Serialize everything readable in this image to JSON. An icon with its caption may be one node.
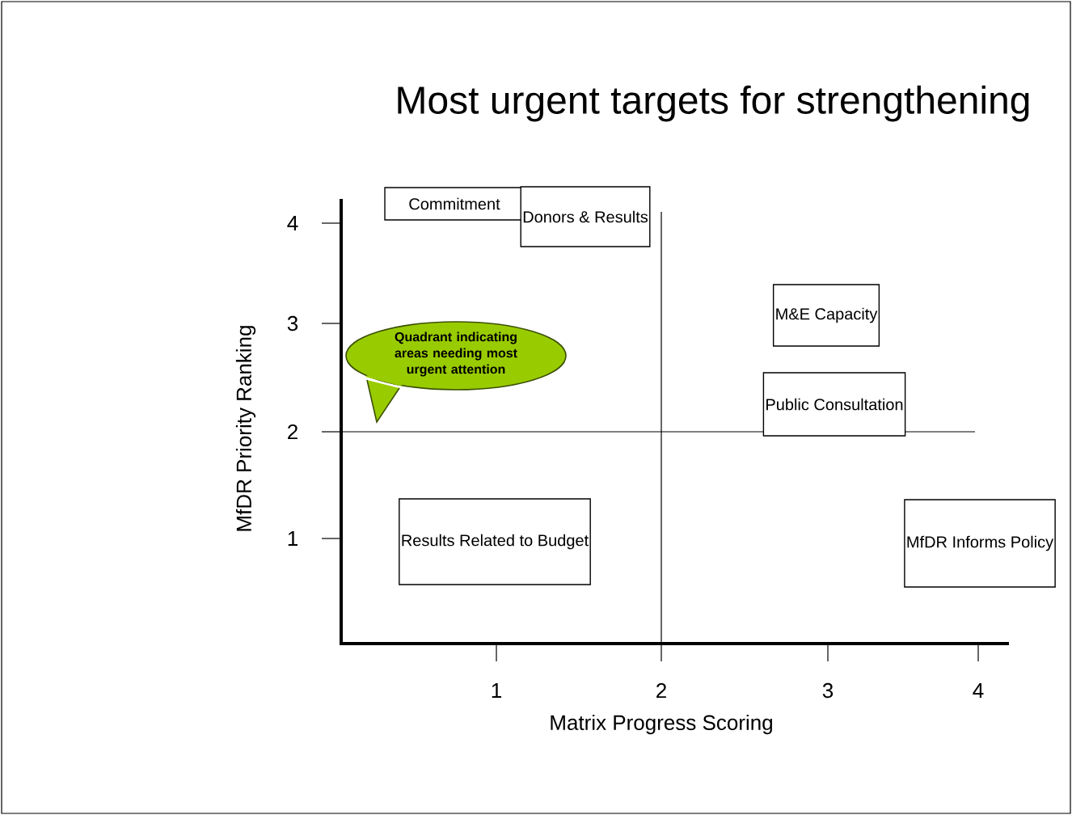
{
  "diagram": {
    "title": "Most urgent targets for strengthening",
    "nodes": [
      {
        "text": [
          "Commitment"
        ]
      },
      {
        "text": [
          "Donors & Results"
        ]
      },
      {
        "text": [
          "Quadrant indicating areas needing most urgent attention"
        ]
      },
      {
        "text": [
          "M&E Capacity"
        ]
      },
      {
        "text": [
          "Public Consultation"
        ]
      },
      {
        "text": [
          "Results Related to Budget"
        ]
      },
      {
        "text": [
          "MfDR Informs Policy"
        ]
      }
    ],
    "labels": [
      "4",
      "3",
      "MfDR Priority Ranking",
      "2",
      "1",
      "1",
      "2",
      "3",
      "4",
      "Matrix Progress Scoring"
    ]
  }
}
